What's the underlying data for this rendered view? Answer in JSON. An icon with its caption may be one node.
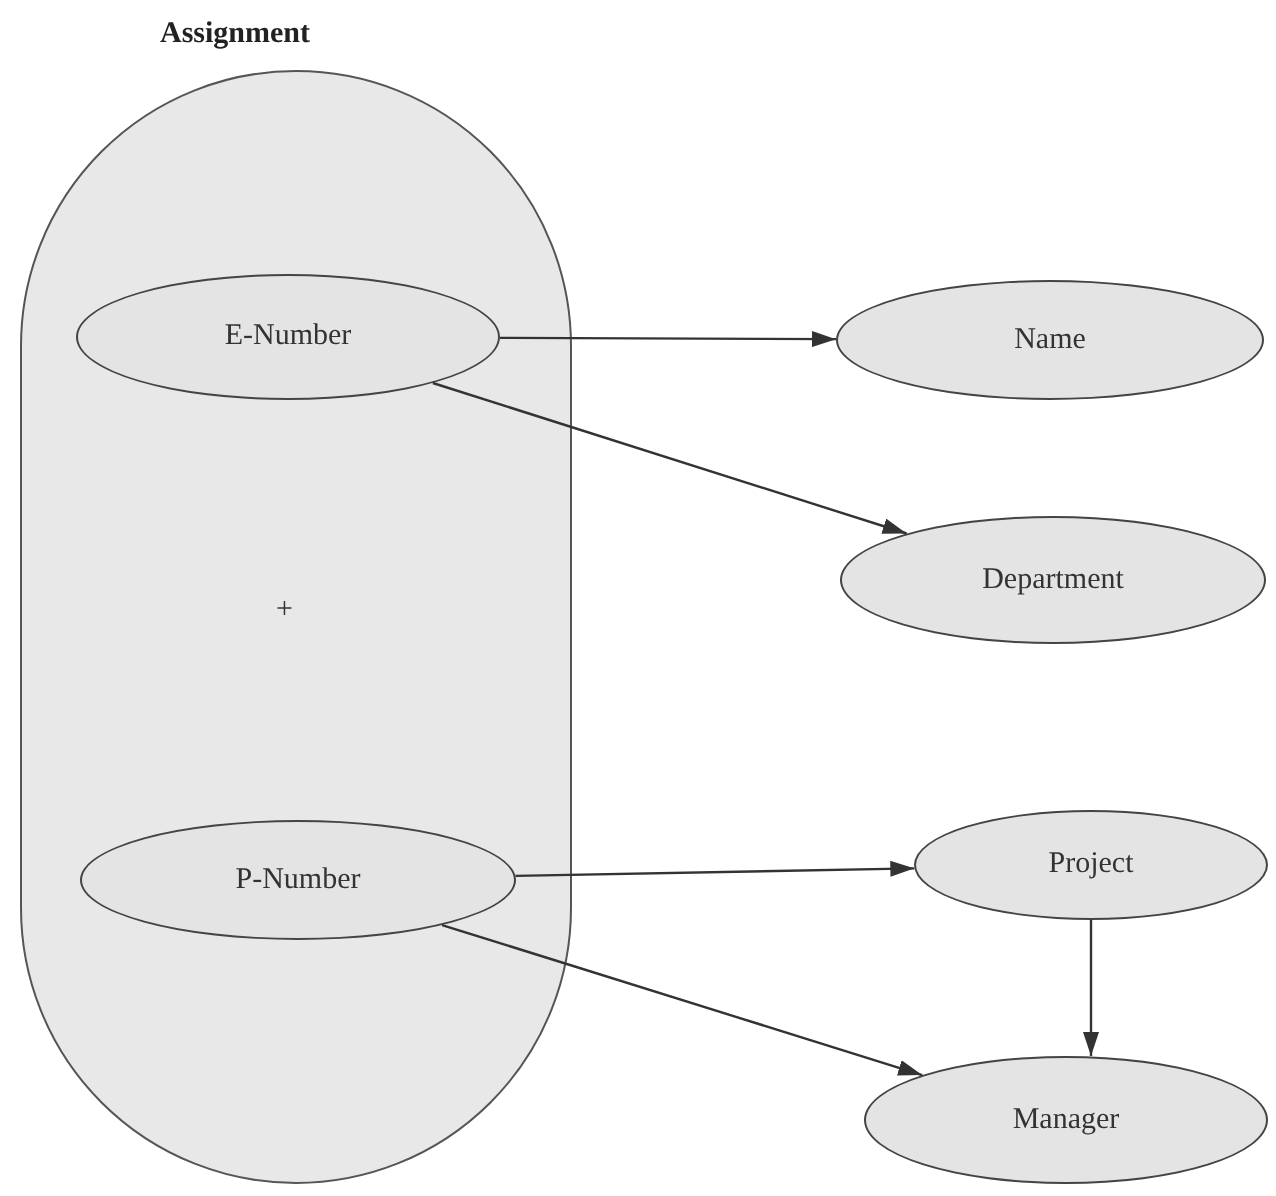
{
  "diagram": {
    "nodes": [
      {
        "text": [
          "Assignment",
          "+"
        ]
      },
      {
        "text": [
          "E-Number"
        ],
        "in": 0
      },
      {
        "text": [
          "Name"
        ]
      },
      {
        "text": [
          "Department"
        ]
      },
      {
        "text": [
          "P-Number"
        ],
        "in": 0
      },
      {
        "text": [
          "Project"
        ]
      },
      {
        "text": [
          "Manager"
        ]
      }
    ],
    "edges": [
      {
        "from": 1,
        "to": 2,
        "arrow": "to"
      },
      {
        "from": 1,
        "to": 3,
        "arrow": "to"
      },
      {
        "from": 4,
        "to": 5,
        "arrow": "to"
      },
      {
        "from": 4,
        "to": 6,
        "arrow": "to"
      },
      {
        "from": 5,
        "to": 6,
        "arrow": "to"
      }
    ]
  }
}
